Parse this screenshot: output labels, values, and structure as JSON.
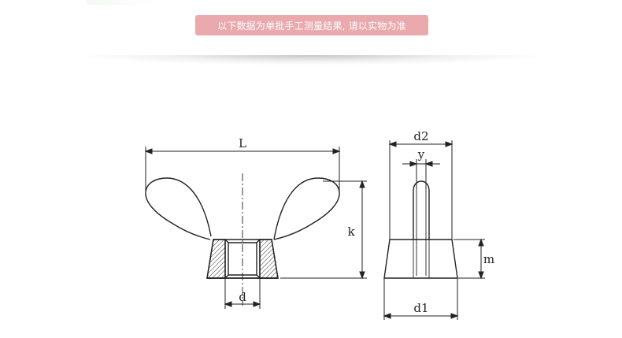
{
  "banner": {
    "text": "以下数据为单批手工测量结果, 请以实物为准"
  },
  "diagram": {
    "front_view": {
      "labels": {
        "L": "L",
        "k": "k",
        "d": "d"
      }
    },
    "side_view": {
      "labels": {
        "d2": "d2",
        "y": "y",
        "m": "m",
        "d1": "d1"
      }
    }
  },
  "colors": {
    "banner_bg": "#e9a9ad",
    "line": "#222222"
  }
}
